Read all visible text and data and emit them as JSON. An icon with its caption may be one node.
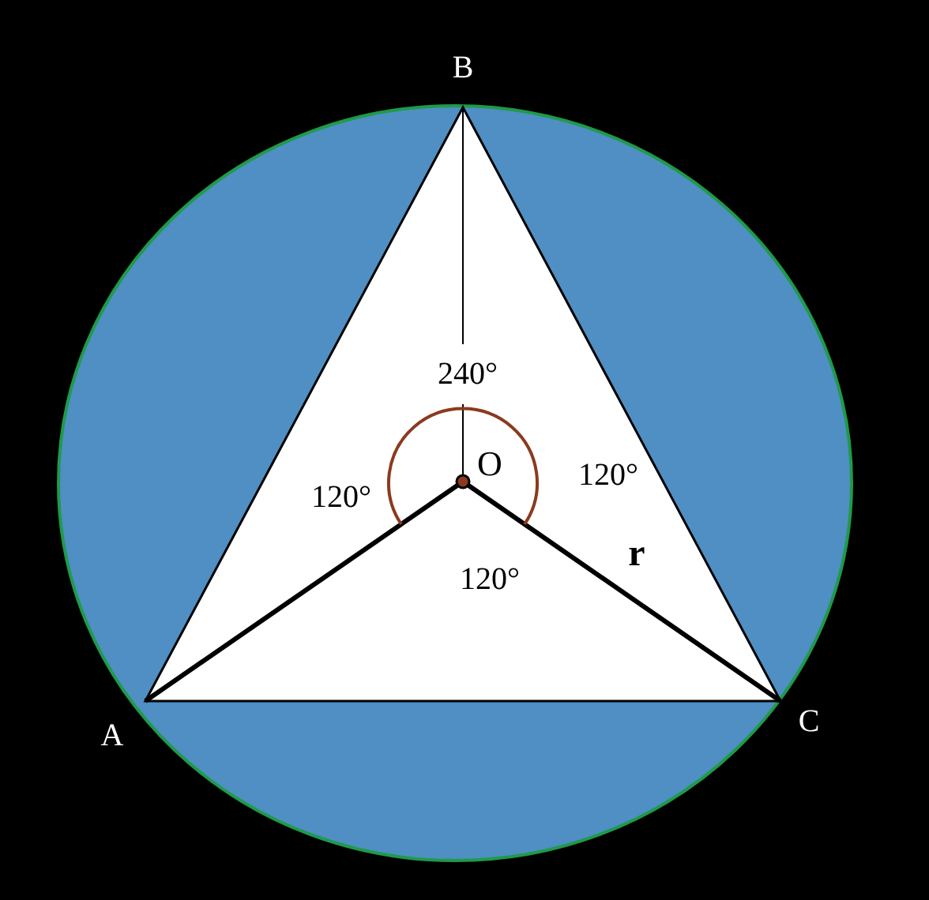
{
  "diagram": {
    "labels": [
      "B",
      "240°",
      "O",
      "120°",
      "120°",
      "r",
      "120°",
      "A",
      "C"
    ]
  }
}
